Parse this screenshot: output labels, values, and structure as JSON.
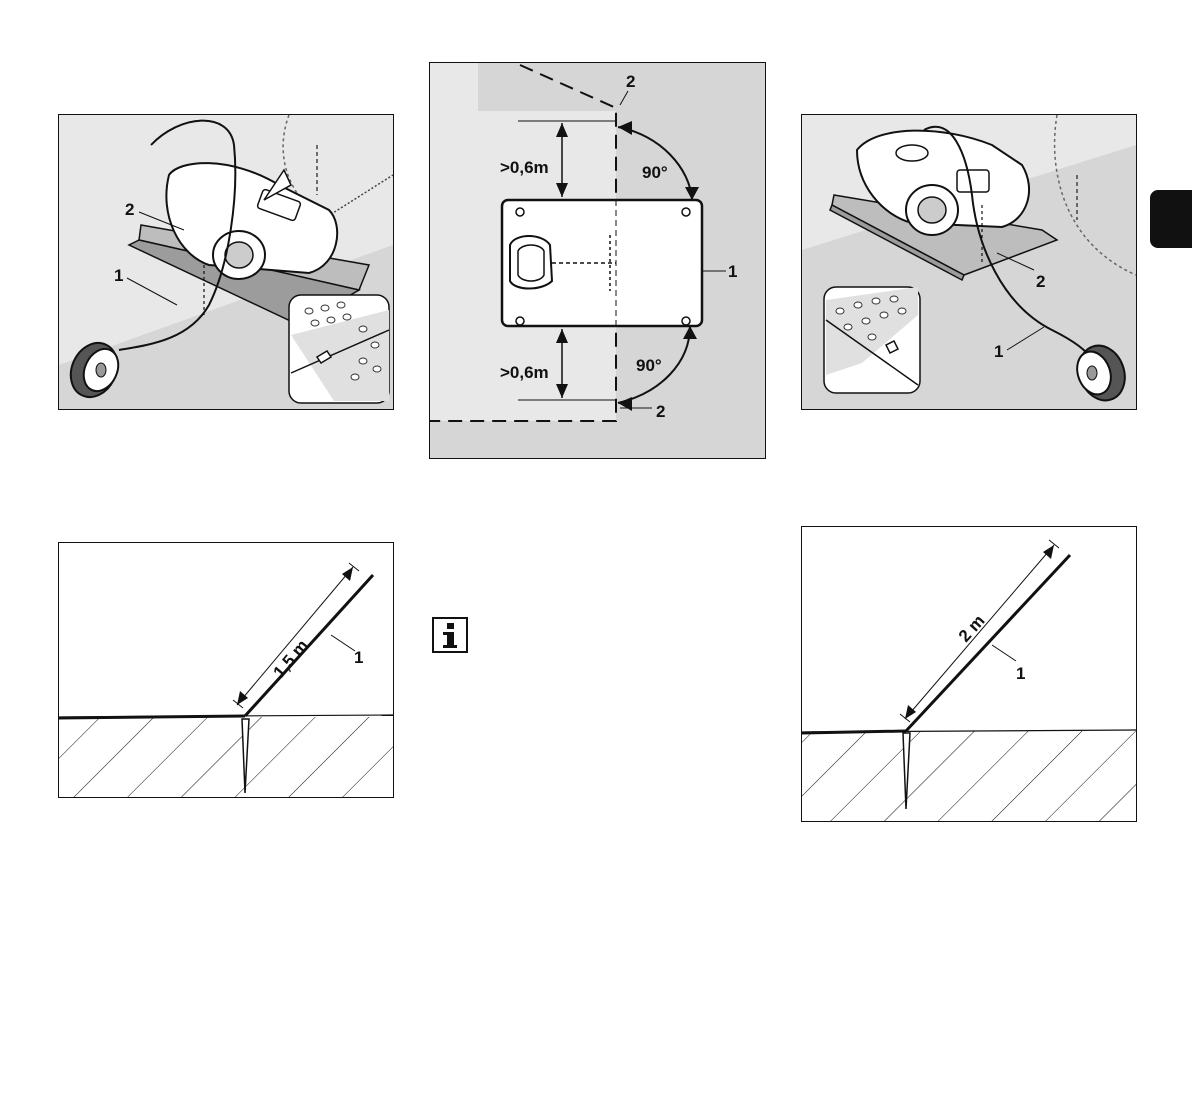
{
  "fig_left_top": {
    "label_1": "1",
    "label_2": "2"
  },
  "fig_center": {
    "distance_top": ">0,6m",
    "distance_bottom": ">0,6m",
    "angle_top": "90°",
    "angle_bottom": "90°",
    "label_1": "1",
    "label_2_top": "2",
    "label_2_bottom": "2"
  },
  "fig_right_top": {
    "label_1": "1",
    "label_2": "2"
  },
  "fig_left_bottom": {
    "length": "1,5 m",
    "label_1": "1"
  },
  "fig_right_bottom": {
    "length": "2 m",
    "label_1": "1"
  },
  "info_icon": "info-icon",
  "colors": {
    "panel_bg": "#e8e8e8",
    "grass": "#d6d6d6",
    "ink": "#111111",
    "tab": "#111111"
  }
}
